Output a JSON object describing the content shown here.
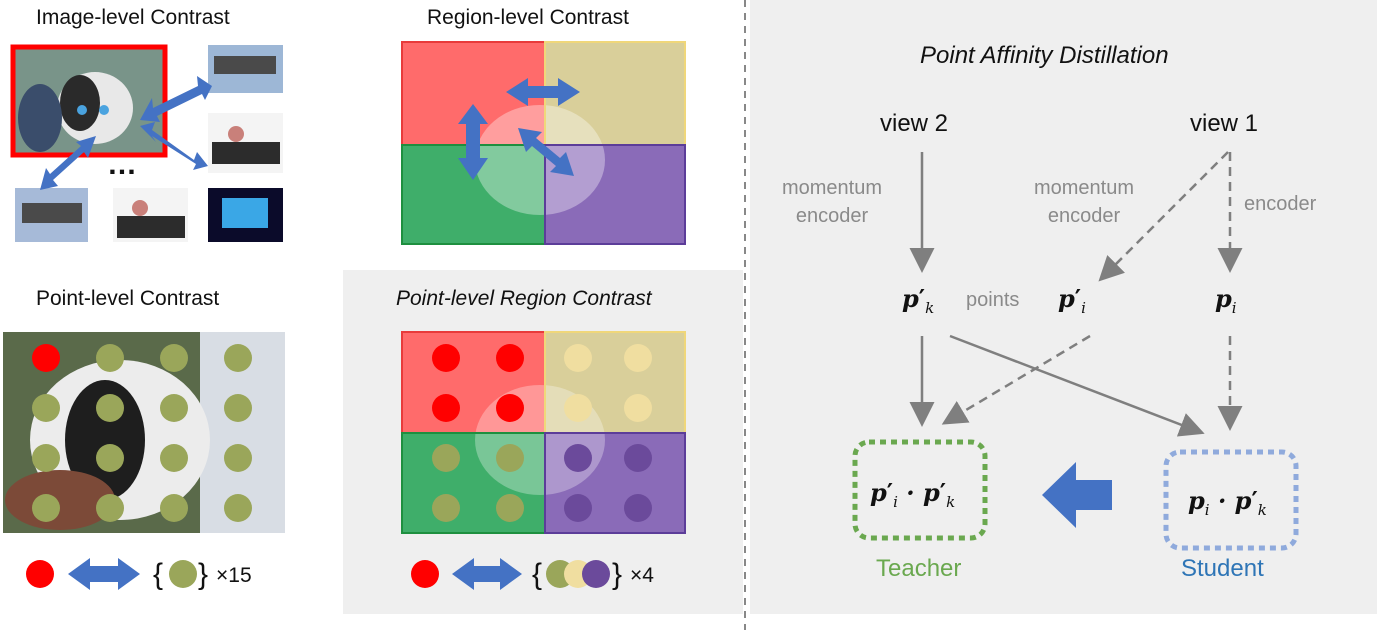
{
  "image_level": {
    "title": "Image-level Contrast",
    "ellipsis": "…"
  },
  "region_level": {
    "title": "Region-level Contrast"
  },
  "point_level": {
    "title": "Point-level Contrast",
    "multiplier": "×15"
  },
  "point_region": {
    "title": "Point-level Region Contrast",
    "multiplier": "×4"
  },
  "pad": {
    "title": "Point Affinity Distillation",
    "view2": "view 2",
    "view1": "view 1",
    "momentum_encoder_left": "momentum\nencoder",
    "momentum_encoder_mid": "momentum\nencoder",
    "encoder": "encoder",
    "points": "points",
    "pk_prime": "p′k",
    "pi_prime": "p′i",
    "pi": "pi",
    "teacher_expr": "p′i · p′k",
    "student_expr": "pi · p′k",
    "teacher_label": "Teacher",
    "student_label": "Student"
  },
  "colors": {
    "red": "#ff0000",
    "arrow_blue": "#4472c4",
    "olive": "#9aa65a",
    "cream": "#f0deA0",
    "purple": "#6b4a9b",
    "teacher_green": "#6aa84f",
    "student_blue": "#2e75b6",
    "panel_gray": "#efefef"
  }
}
